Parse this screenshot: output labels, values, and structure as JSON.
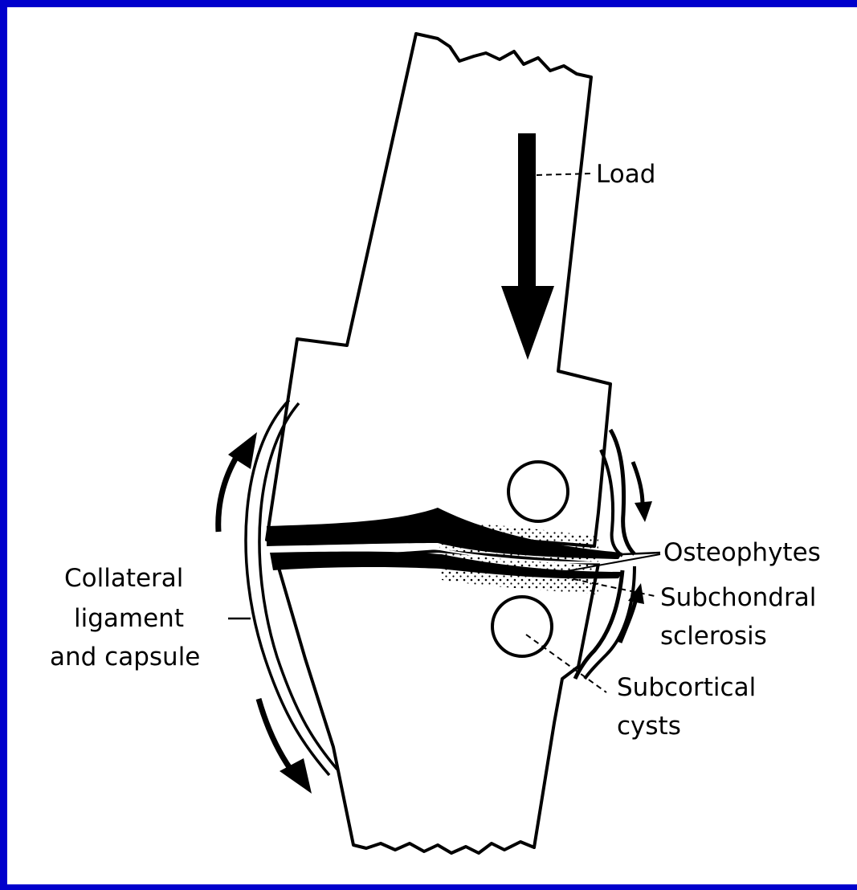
{
  "diagram": {
    "labels": {
      "load": "Load",
      "osteophytes": "Osteophytes",
      "subchondral_1": "Subchondral",
      "subchondral_2": "sclerosis",
      "subcortical_1": "Subcortical",
      "subcortical_2": "cysts",
      "collateral_1": "Collateral",
      "collateral_2": "ligament",
      "collateral_3": "and capsule"
    },
    "colors": {
      "frame": "#0000cc",
      "background": "#ffffff",
      "ink": "#000000"
    }
  }
}
